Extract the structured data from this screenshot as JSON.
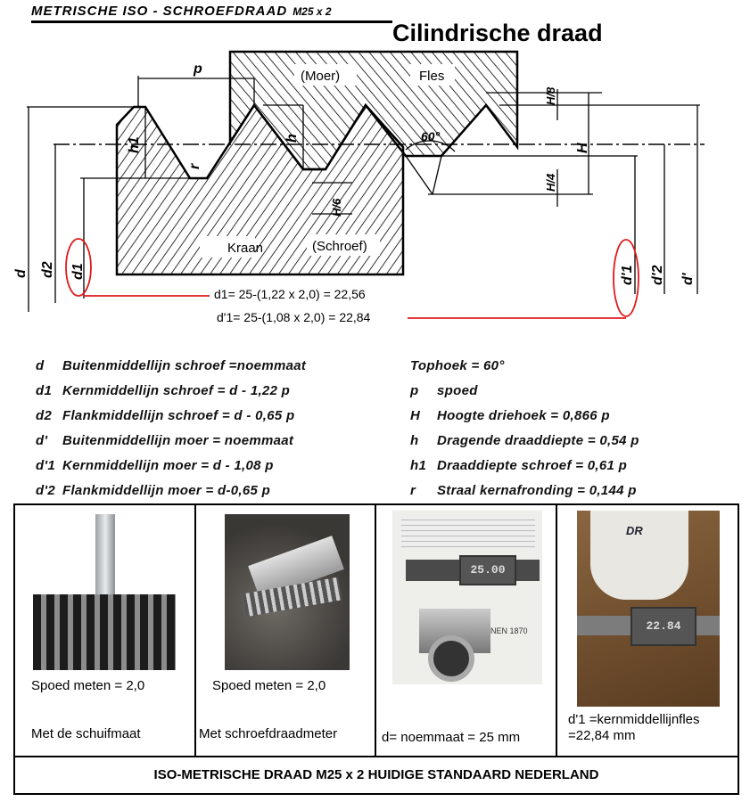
{
  "header": {
    "title": "METRISCHE  ISO - SCHROEFDRAAD",
    "size": "M25 x 2",
    "subtitle": "Cilindrische draad"
  },
  "diagram": {
    "labels": {
      "moer": "(Moer)",
      "fles": "Fles",
      "kraan": "Kraan",
      "schroef": "(Schroef)",
      "p": "p",
      "h": "h",
      "h1": "h1",
      "r": "r",
      "angle": "60°",
      "H": "H",
      "H8": "H/8",
      "H4": "H/4",
      "H6": "H/6",
      "d": "d",
      "d2": "d2",
      "d1": "d1",
      "dp1": "d'1",
      "dp2": "d'2",
      "dp": "d'"
    },
    "formula_d1": "d1= 25-(1,22 x 2,0) = 22,56",
    "formula_dp1": "d'1= 25-(1,08 x 2,0) = 22,84",
    "highlight_color": "#e0191b"
  },
  "legend": {
    "left": [
      {
        "sym": "d",
        "text": "Buitenmiddellijn schroef =noemmaat"
      },
      {
        "sym": "d1",
        "text": "Kernmiddellijn schroef = d - 1,22 p"
      },
      {
        "sym": "d2",
        "text": "Flankmiddellijn schroef = d - 0,65 p"
      },
      {
        "sym": "d'",
        "text": "Buitenmiddellijn moer = noemmaat"
      },
      {
        "sym": "d'1",
        "text": "Kernmiddellijn moer = d - 1,08 p"
      },
      {
        "sym": "d'2",
        "text": "Flankmiddellijn moer = d-0,65 p"
      }
    ],
    "right": [
      {
        "sym": "",
        "text": "Tophoek = 60°"
      },
      {
        "sym": "p",
        "text": "spoed"
      },
      {
        "sym": "H",
        "text": "Hoogte driehoek = 0,866 p"
      },
      {
        "sym": "h",
        "text": "Dragende draaddiepte = 0,54 p"
      },
      {
        "sym": "h1",
        "text": "Draaddiepte schroef = 0,61 p"
      },
      {
        "sym": "r",
        "text": "Straal kernafronding = 0,144 p"
      }
    ]
  },
  "panels": [
    {
      "caption1": "Spoed meten = 2,0",
      "caption2": "Met de schuifmaat"
    },
    {
      "caption1": "Spoed meten = 2,0",
      "caption2": "Met schroefdraadmeter"
    },
    {
      "caption1": "d= noemmaat = 25 mm",
      "readout": "25.00",
      "sheet": "NEN 1870"
    },
    {
      "caption1": "d'1 =kernmiddellijnfles",
      "caption2": "=22,84 mm",
      "readout": "22.84",
      "mark": "DR"
    }
  ],
  "footer": "ISO-METRISCHE DRAAD  M25 x 2 HUIDIGE STANDAARD NEDERLAND"
}
